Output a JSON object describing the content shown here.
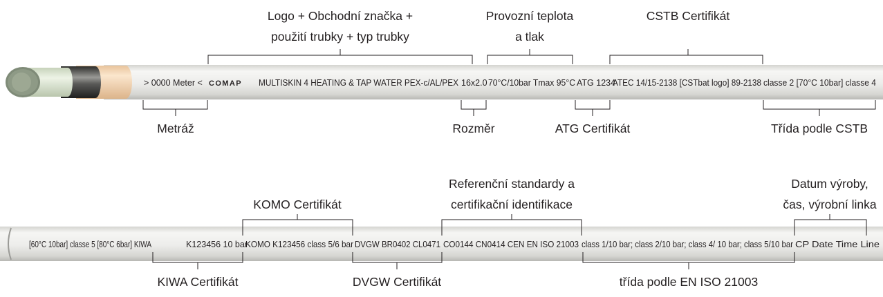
{
  "pipe1": {
    "print": {
      "meter": "> 0000 Meter <",
      "logo": "COMAP",
      "brand": "MULTISKIN 4 HEATING & TAP WATER PEX-c/AL/PEX",
      "size": "16x2.0",
      "temp": "70°C/10bar Tmax 95°C",
      "atg": "ATG 1234",
      "cstb": "ATEC 14/15-2138 [CSTbat logo] 89-2138",
      "cstb_class": "classe 2 [70°C 10bar] classe 4"
    },
    "labels": {
      "logo_l1": "Logo + Obchodní značka +",
      "logo_l2": "použití trubky + typ trubky",
      "temp_l1": "Provozní teplota",
      "temp_l2": "a tlak",
      "cstb": "CSTB Certifikát",
      "meter": "Metráž",
      "size": "Rozměr",
      "atg": "ATG Certifikát",
      "cstb_class": "Třída podle CSTB"
    }
  },
  "pipe2": {
    "print": {
      "cont": "[60°C 10bar] classe 5 [80°C 6bar] KIWA",
      "kiwa": "K123456 10 bar",
      "komo": "KOMO K123456 class 5/6 bar",
      "dvgw": "DVGW BR0402 CL0471",
      "ref": "CO0144 CN0414 CEN EN ISO 21003",
      "iso": "class 1/10 bar; class 2/10 bar; class 4/ 10 bar; class 5/10 bar",
      "date": "CP Date Time Line"
    },
    "labels": {
      "komo": "KOMO Certifikát",
      "ref_l1": "Referenční standardy a",
      "ref_l2": "certifikační identifikace",
      "date_l1": "Datum výroby,",
      "date_l2": "čas, výrobní linka",
      "kiwa": "KIWA Certifikát",
      "dvgw": "DVGW Certifikát",
      "iso": "třída podle EN ISO 21003"
    }
  },
  "colors": {
    "pipe_light": "#f4f4f2",
    "pipe_mid": "#dcdcd8",
    "pipe_dark": "#bdbdb8",
    "inner_tube": "#dfe9d3",
    "orange_layer": "#f2d6b8",
    "aluminium_layer": "#4a4a48",
    "text": "#231f20"
  }
}
